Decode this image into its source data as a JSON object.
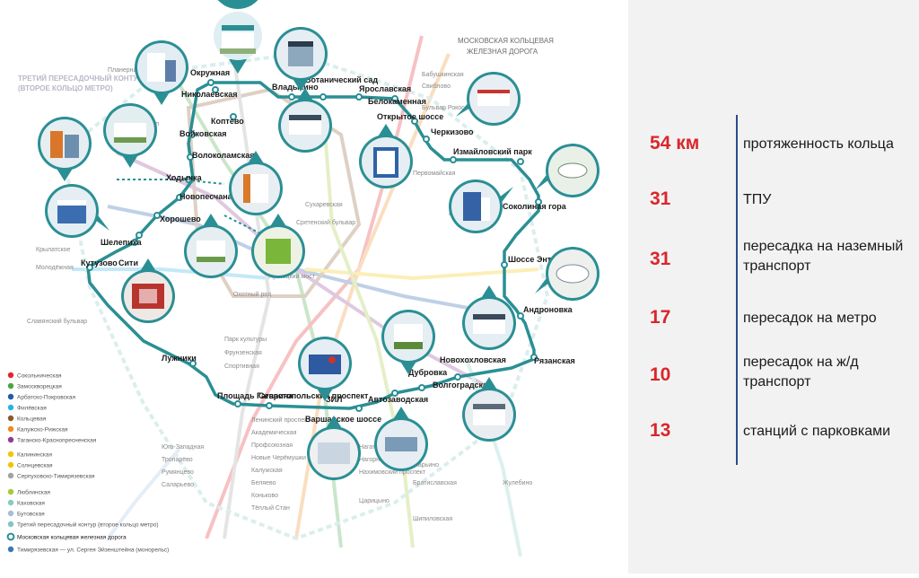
{
  "map": {
    "mcd_title": "МОСКОВСКАЯ КОЛЬЦЕВАЯ\nЖЕЛЕЗНАЯ ДОРОГА",
    "ttk_title": "ТРЕТИЙ ПЕРЕСАДОЧНЫЙ КОНТУР\n(ВТОРОЕ КОЛЬЦО МЕТРО)",
    "ring_color": "#2a8f94",
    "stations": [
      "Окружная",
      "Николаевская",
      "Владыкино",
      "Ботанический сад",
      "Ярославская",
      "Белокаменная",
      "Открытое шоссе",
      "Черкизово",
      "Измайловский парк",
      "Соколиная гора",
      "Шоссе Энтузиастов",
      "Андроновка",
      "Новохохловская",
      "Рязанская",
      "Дубровка",
      "Волгоградская",
      "Автозаводская",
      "ЗИЛ",
      "Варшавское шоссе",
      "Севастопольский проспект",
      "Площадь Гагарина",
      "Лужники",
      "Кутузово",
      "Сити",
      "Шелепиха",
      "Хорошево",
      "Новопесчаная",
      "Ходынка",
      "Волоколамская",
      "Войковская",
      "Коптево"
    ],
    "legend": [
      {
        "label": "Сокольническая",
        "color": "#e4242d"
      },
      {
        "label": "Замоскворецкая",
        "color": "#46a843"
      },
      {
        "label": "Арбатско-Покровская",
        "color": "#1e5ba8"
      },
      {
        "label": "Филёвская",
        "color": "#28b2e6"
      },
      {
        "label": "Кольцевая",
        "color": "#8a5a2b"
      },
      {
        "label": "Калужско-Рижская",
        "color": "#f08a1e"
      },
      {
        "label": "Таганско-Краснопресненская",
        "color": "#8e3c91"
      },
      {
        "label": "Калининская",
        "color": "#f5c400"
      },
      {
        "label": "Солнцевская",
        "color": "#f5c400"
      },
      {
        "label": "Серпуховско-Тимирязевская",
        "color": "#a0a2a3"
      },
      {
        "label": "Люблинская",
        "color": "#a4c93b"
      },
      {
        "label": "Каховская",
        "color": "#85cbc0"
      },
      {
        "label": "Бутовская",
        "color": "#a4bfdc"
      },
      {
        "label": "Третий пересадочный контур (второе кольцо метро)",
        "color": "#7fc6c0"
      },
      {
        "label": "Московская кольцевая железная дорога",
        "color": "#2a8f94"
      },
      {
        "label": "Тимирязевская — ул. Сергея Эйзенштейна (монорельс)",
        "color": "#3a77b7"
      }
    ]
  },
  "stats": [
    {
      "num": "54 км",
      "label": "протяженность кольца"
    },
    {
      "num": "31",
      "label": "ТПУ"
    },
    {
      "num": "31",
      "label": "пересадка на наземный транспорт"
    },
    {
      "num": "17",
      "label": "пересадок на метро"
    },
    {
      "num": "10",
      "label": "пересадок на ж/д транспорт"
    },
    {
      "num": "13",
      "label": "станций с парковками"
    }
  ]
}
